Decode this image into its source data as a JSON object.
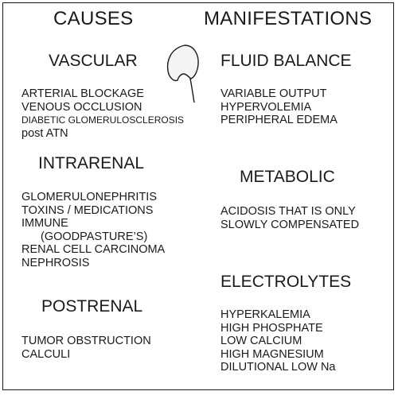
{
  "headers": {
    "causes": "CAUSES",
    "manifestations": "MANIFESTATIONS"
  },
  "causes": {
    "vascular": {
      "title": "VASCULAR",
      "items": [
        "ARTERIAL BLOCKAGE",
        "VENOUS OCCLUSION",
        "DIABETIC GLOMERULOSCLEROSIS",
        "post ATN"
      ]
    },
    "intrarenal": {
      "title": "INTRARENAL",
      "items": [
        "GLOMERULONEPHRITIS",
        "TOXINS / MEDICATIONS",
        "IMMUNE",
        "(GOODPASTURE’S)",
        "RENAL CELL CARCINOMA",
        "NEPHROSIS"
      ]
    },
    "postrenal": {
      "title": "POSTRENAL",
      "items": [
        "TUMOR OBSTRUCTION",
        "CALCULI"
      ]
    }
  },
  "manifestations": {
    "fluid_balance": {
      "title": "FLUID BALANCE",
      "items": [
        "VARIABLE OUTPUT",
        "HYPERVOLEMIA",
        "PERIPHERAL EDEMA"
      ]
    },
    "metabolic": {
      "title": "METABOLIC",
      "items": [
        "ACIDOSIS THAT IS ONLY",
        "SLOWLY COMPENSATED"
      ]
    },
    "electrolytes": {
      "title": "ELECTROLYTES",
      "items": [
        "HYPERKALEMIA",
        "HIGH PHOSPHATE",
        "LOW CALCIUM",
        "HIGH MAGNESIUM",
        "DILUTIONAL LOW Na"
      ]
    }
  },
  "icons": {
    "illustration": "kidney-icon"
  }
}
